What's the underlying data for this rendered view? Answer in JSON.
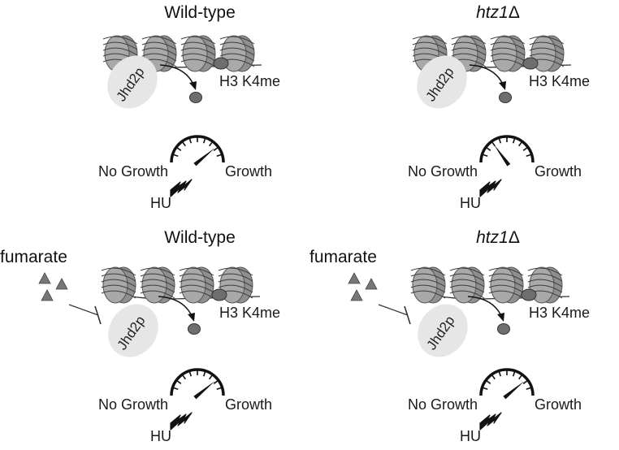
{
  "colors": {
    "nucleosome_fill": "#a9a9a9",
    "nucleosome_stroke": "#555555",
    "methyl_mark": "#6e6e6e",
    "enzyme_bg": "#e6e6e6",
    "triangle": "#777777",
    "ink": "#111111"
  },
  "panels": [
    {
      "title": "Wild-type",
      "title_italic_part": "",
      "show_fumarate": false,
      "enzyme": "Jhd2p",
      "mark_label": "H3 K4me",
      "gauge_level": 0.78,
      "left_label": "No Growth",
      "right_label": "Growth",
      "stress_label": "HU",
      "fumarate_label": ""
    },
    {
      "title": "",
      "title_italic_part": "htz1",
      "title_suffix": "Δ",
      "show_fumarate": false,
      "enzyme": "Jhd2p",
      "mark_label": "H3 K4me",
      "gauge_level": 0.3,
      "left_label": "No Growth",
      "right_label": "Growth",
      "stress_label": "HU",
      "fumarate_label": ""
    },
    {
      "title": "Wild-type",
      "title_italic_part": "",
      "show_fumarate": true,
      "enzyme": "Jhd2p",
      "mark_label": "H3 K4me",
      "gauge_level": 0.78,
      "left_label": "No Growth",
      "right_label": "Growth",
      "stress_label": "HU",
      "fumarate_label": "fumarate"
    },
    {
      "title": "",
      "title_italic_part": "htz1",
      "title_suffix": "Δ",
      "show_fumarate": true,
      "enzyme": "Jhd2p",
      "mark_label": "H3 K4me",
      "gauge_level": 0.78,
      "left_label": "No Growth",
      "right_label": "Growth",
      "stress_label": "HU",
      "fumarate_label": "fumarate"
    }
  ]
}
